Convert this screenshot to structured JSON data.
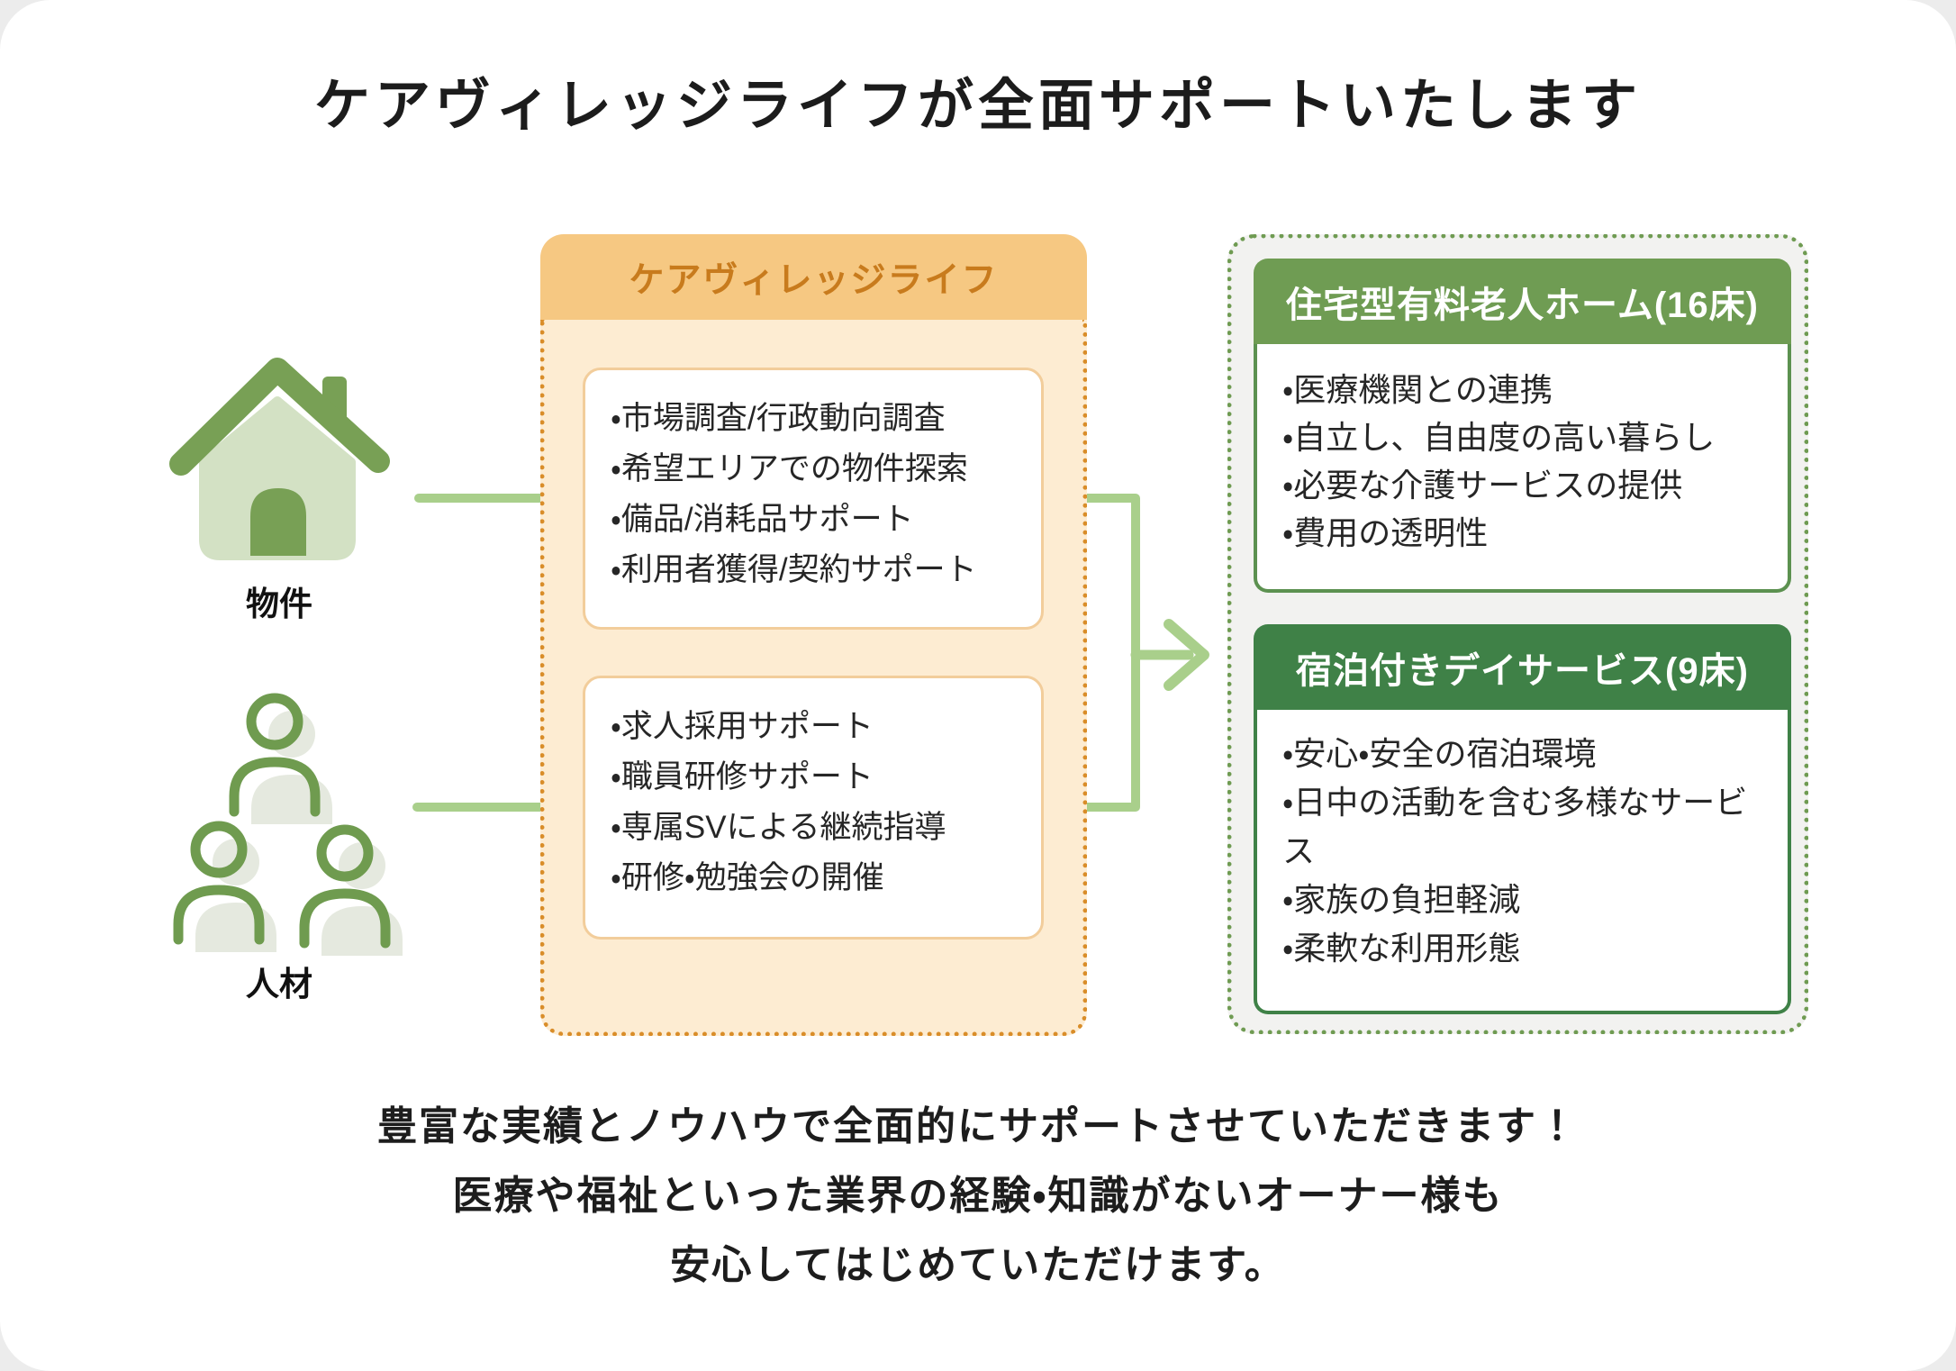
{
  "title": "ケアヴィレッジライフが全面サポートいたします",
  "left": {
    "property": {
      "icon": "house-icon",
      "label": "物件"
    },
    "personnel": {
      "icon": "people-icon",
      "label": "人材"
    }
  },
  "center": {
    "header": "ケアヴィレッジライフ",
    "support_boxes": [
      {
        "items": [
          "・市場調査/行政動向調査",
          "・希望エリアでの物件探索",
          "・備品/消耗品サポート",
          "・利用者獲得/契約サポート"
        ]
      },
      {
        "items": [
          "・求人採用サポート",
          "・職員研修サポート",
          "・専属SVによる継続指導",
          "・研修・勉強会の開催"
        ]
      }
    ]
  },
  "right": {
    "facilities": [
      {
        "header": "住宅型有料老人ホーム(16床)",
        "items": [
          "・医療機関との連携",
          "・自立し、自由度の高い暮らし",
          "・必要な介護サービスの提供",
          "・費用の透明性"
        ]
      },
      {
        "header": "宿泊付きデイサービス(9床)",
        "items": [
          "・安心・安全の宿泊環境",
          "・日中の活動を含む多様なサービス",
          "・家族の負担軽減",
          "・柔軟な利用形態"
        ]
      }
    ]
  },
  "footer": {
    "lines": [
      "豊富な実績とノウハウで全面的にサポートさせていただきます！",
      "医療や福祉といった業界の経験・知識がないオーナー様も",
      "安心してはじめていただけます。"
    ]
  },
  "colors": {
    "orange_header_bg": "#f6c882",
    "orange_header_text": "#c87b1d",
    "orange_body_bg": "#fdecd2",
    "orange_dotted_border": "#d98d29",
    "support_box_border": "#f2cd9b",
    "green_olive": "#6f9c53",
    "green_dark": "#3f8147",
    "green_dotted_border": "#6f9b52",
    "facilities_panel_bg": "#f2f2f0",
    "connector_green": "#a9cf8b",
    "icon_green": "#78a055",
    "icon_light_green": "#d3e1c4",
    "icon_shadow": "#e5e9df",
    "text_dark": "#1c1c1c"
  }
}
